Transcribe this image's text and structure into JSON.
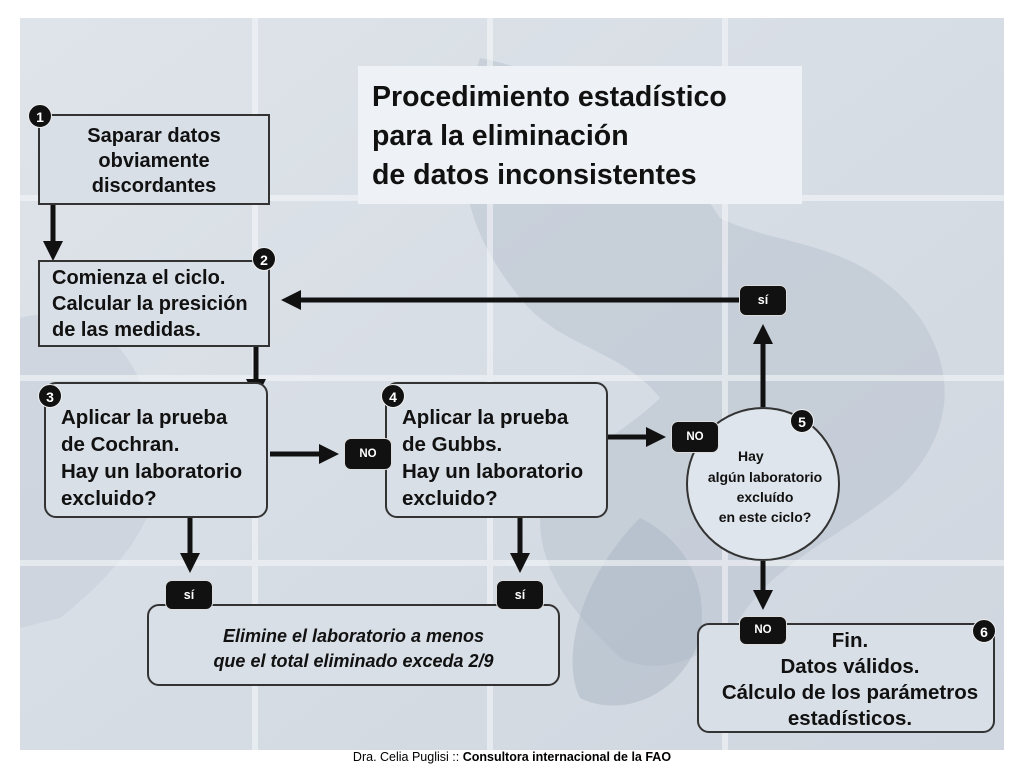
{
  "title": {
    "line1": "Procedimiento estadístico",
    "line2": "para la eliminación",
    "line3": "de datos inconsistentes"
  },
  "steps": {
    "s1": {
      "number": "1",
      "lines": [
        "Saparar datos",
        "obviamente",
        "discordantes"
      ]
    },
    "s2": {
      "number": "2",
      "lines": [
        "Comienza el ciclo.",
        "Calcular la presición",
        "de las medidas."
      ]
    },
    "s3": {
      "number": "3",
      "lines": [
        "Aplicar la prueba",
        "de Cochran.",
        "Hay un laboratorio",
        "excluido?"
      ]
    },
    "s4": {
      "number": "4",
      "lines": [
        "Aplicar la prueba",
        "de Gubbs.",
        "Hay un laboratorio",
        "excluido?"
      ]
    },
    "s5": {
      "number": "5",
      "lines": [
        "Hay",
        "algún laboratorio",
        "excluído",
        "en este ciclo?"
      ]
    },
    "s6": {
      "number": "6",
      "lines": [
        "Fin.",
        "Datos válidos.",
        "Cálculo de los parámetros",
        "estadísticos."
      ]
    }
  },
  "eliminate": {
    "lines": [
      "Elimine el laboratorio a menos",
      "que el total eliminado exceda 2/9"
    ]
  },
  "labels": {
    "yes": "sí",
    "no": "NO"
  },
  "footer": {
    "author": "Dra. Celia Puglisi :: ",
    "org": "Consultora internacional de la FAO"
  }
}
